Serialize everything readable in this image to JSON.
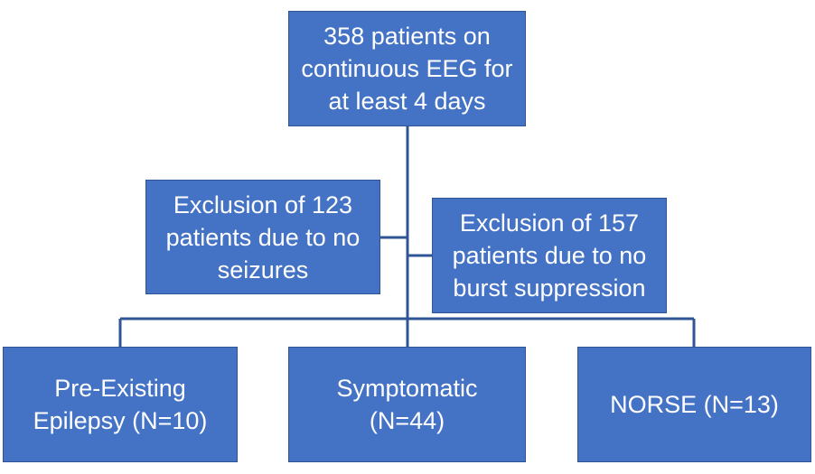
{
  "colors": {
    "box_fill": "#4472c4",
    "box_border": "#2f5597",
    "connector": "#2f5597",
    "text": "#ffffff"
  },
  "nodes": {
    "top": {
      "line1": "358 patients on",
      "line2": "continuous EEG for",
      "line3": "at least 4 days"
    },
    "exclusion_seizures": {
      "line1": "Exclusion of 123",
      "line2": "patients due to no",
      "line3": "seizures"
    },
    "exclusion_burst": {
      "line1": "Exclusion of 157",
      "line2": "patients due to no",
      "line3": "burst suppression"
    },
    "pre_existing": {
      "line1": "Pre-Existing",
      "line2": "Epilepsy (N=10)"
    },
    "symptomatic": {
      "line1": "Symptomatic",
      "line2": "(N=44)"
    },
    "norse": {
      "line1": "NORSE (N=13)"
    }
  }
}
